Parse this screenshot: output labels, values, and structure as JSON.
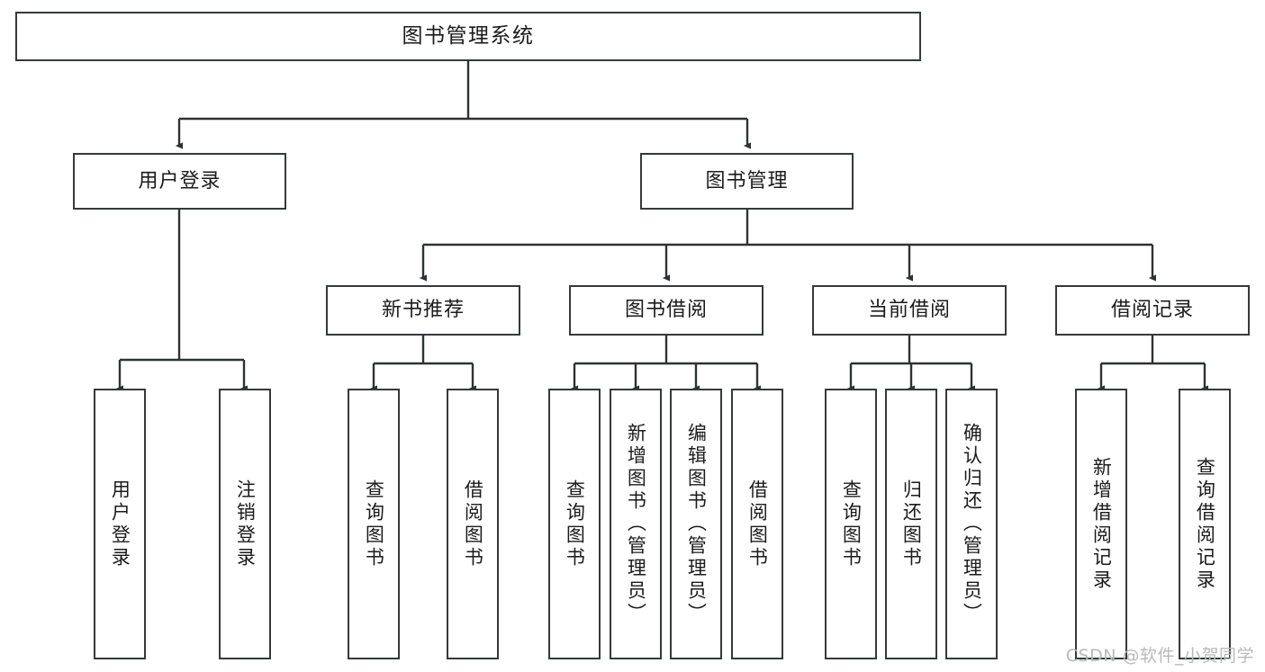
{
  "diagram": {
    "type": "tree",
    "title": "图书管理系统",
    "orientation": "top-down",
    "colors": {
      "box_border": "#36393b",
      "box_fill": "#ffffff",
      "line": "#2f3234",
      "text": "#1b1b1b",
      "watermark": "#b9b9b9",
      "background": "#ffffff"
    },
    "root": {
      "label": "图书管理系统"
    },
    "level2": [
      {
        "label": "用户登录"
      },
      {
        "label": "图书管理"
      }
    ],
    "level3": [
      {
        "label": "新书推荐"
      },
      {
        "label": "图书借阅"
      },
      {
        "label": "当前借阅"
      },
      {
        "label": "借阅记录"
      }
    ],
    "leaves": {
      "user_login": [
        {
          "label": "用户登录"
        },
        {
          "label": "注销登录"
        }
      ],
      "new_book_recommend": [
        {
          "label": "查询图书"
        },
        {
          "label": "借阅图书"
        }
      ],
      "book_borrow": [
        {
          "label": "查询图书"
        },
        {
          "label": "新增图书（管理员）"
        },
        {
          "label": "编辑图书（管理员）"
        },
        {
          "label": "借阅图书"
        }
      ],
      "current_borrow": [
        {
          "label": "查询图书"
        },
        {
          "label": "归还图书"
        },
        {
          "label": "确认归还（管理员）"
        }
      ],
      "borrow_record": [
        {
          "label": "新增借阅记录"
        },
        {
          "label": "查询借阅记录"
        }
      ]
    }
  },
  "watermark": {
    "text": "CSDN @软件_小贺同学"
  }
}
